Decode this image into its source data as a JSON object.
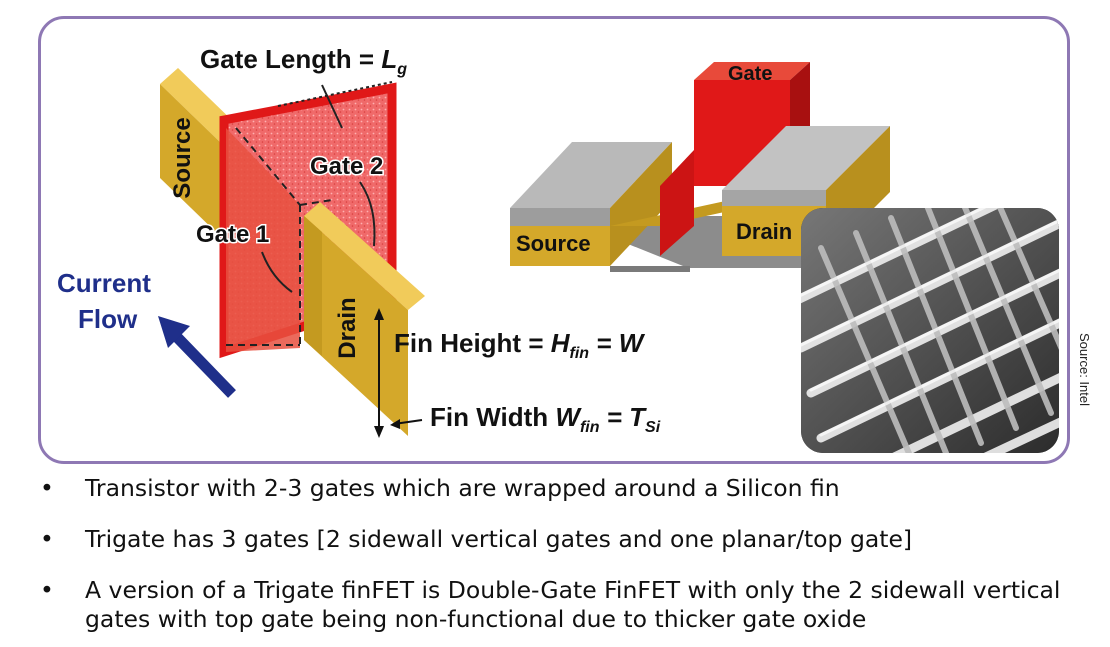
{
  "diagram": {
    "gate_length_label": "Gate Length = ",
    "gate_length_symbol": "L",
    "gate_length_sub": "g",
    "source_label": "Source",
    "gate1_label": "Gate 1",
    "gate2_label": "Gate 2",
    "drain_label": "Drain",
    "current_flow_line1": "Current",
    "current_flow_line2": "Flow",
    "fin_height_prefix": "Fin Height = ",
    "fin_height_symbol": "H",
    "fin_height_sub": "fin",
    "fin_height_suffix": " = W",
    "fin_width_prefix": "Fin Width ",
    "fin_width_symbol": "W",
    "fin_width_sub": "fin",
    "fin_width_mid": " = T",
    "fin_width_sub2": "Si"
  },
  "model3d": {
    "gate_label": "Gate",
    "source_label": "Source",
    "drain_label": "Drain"
  },
  "source_credit": "Source: Intel",
  "bullets": [
    "Transistor with 2-3 gates which are wrapped around a Silicon fin",
    "Trigate has 3 gates [2 sidewall vertical gates and one planar/top gate]",
    "A version of a Trigate finFET is Double-Gate FinFET with only the 2 sidewall vertical gates with top gate being non-functional due to thicker gate oxide"
  ],
  "colors": {
    "frame": "#8e78b4",
    "gold": "#d4a82a",
    "red": "#e01818",
    "gray": "#9a9a9a",
    "flow_arrow": "#1f2f8a"
  }
}
